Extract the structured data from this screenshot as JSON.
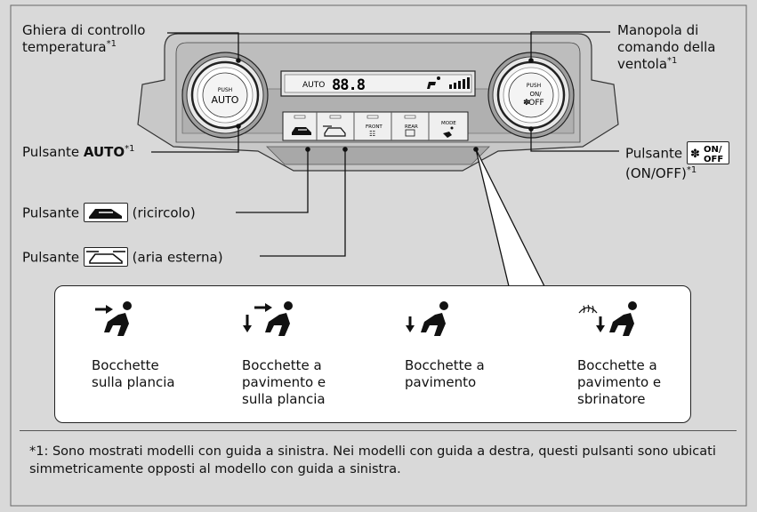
{
  "labels": {
    "temp_dial_1": "Ghiera di controllo",
    "temp_dial_2": "temperatura",
    "temp_dial_sup": "*1",
    "auto_prefix": "Pulsante ",
    "auto_bold": "AUTO",
    "auto_sup": "*1",
    "recirc_prefix": "Pulsante",
    "recirc_suffix": "(ricircolo)",
    "fresh_prefix": "Pulsante",
    "fresh_suffix": "(aria esterna)",
    "fan_knob_1": "Manopola di",
    "fan_knob_2": "comando della",
    "fan_knob_3": "ventola",
    "fan_knob_sup": "*1",
    "onoff_prefix": "Pulsante",
    "onoff_line2": "(ON/OFF)",
    "onoff_sup": "*1"
  },
  "panel": {
    "left_knob_top": "PUSH",
    "left_knob_main": "AUTO",
    "right_knob_top": "PUSH",
    "right_knob_mid": "ON/",
    "right_knob_main": "OFF",
    "display_auto": "AUTO",
    "display_temp": "88.8",
    "btn_front": "FRONT",
    "btn_rear": "REAR",
    "btn_mode": "MODE"
  },
  "onoff_icon": {
    "on": "ON/",
    "off": "OFF"
  },
  "modes": [
    {
      "text": "Bocchette\nsulla plancia"
    },
    {
      "text": "Bocchette a\npavimento e\nsulla plancia"
    },
    {
      "text": "Bocchette a\npavimento"
    },
    {
      "text": "Bocchette a\npavimento e\nsbrinatore"
    }
  ],
  "footnote": "*1: Sono mostrati modelli con guida a sinistra. Nei modelli con guida a destra, questi pulsanti sono ubicati simmetricamente opposti al modello con guida a sinistra."
}
